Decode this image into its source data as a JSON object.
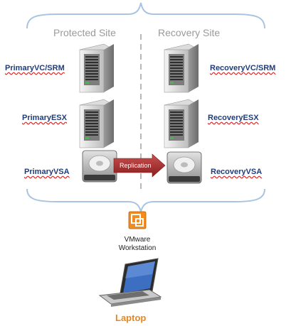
{
  "sites": {
    "protected": "Protected Site",
    "recovery": "Recovery Site"
  },
  "nodes": {
    "primary_vc": "PrimaryVC/SRM",
    "primary_esx": "PrimaryESX",
    "primary_vsa": "PrimaryVSA",
    "recovery_vc": "RecoveryVC/SRM",
    "recovery_esx": "RecoveryESX",
    "recovery_vsa": "RecoveryVSA"
  },
  "replication_label": "Replication",
  "workstation": {
    "line1": "VMware",
    "line2": "Workstation"
  },
  "laptop_label": "Laptop",
  "colors": {
    "bracket": "#a9c4e0",
    "arrow": "#b03030",
    "label": "#1f3c7a",
    "laptop": "#e8861e"
  }
}
